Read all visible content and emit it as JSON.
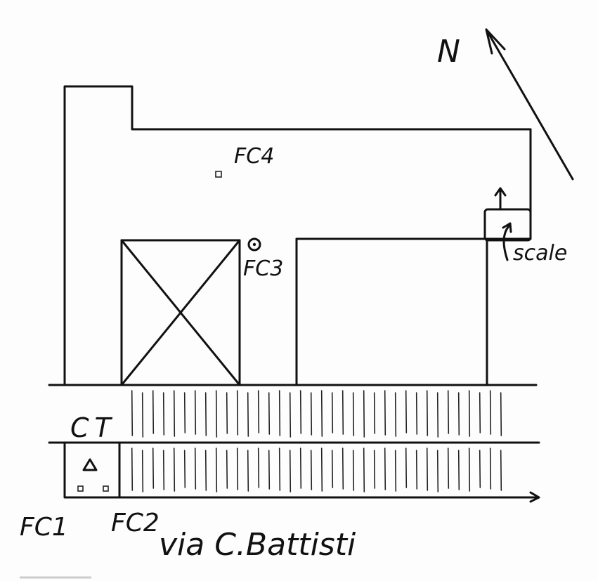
{
  "labels": {
    "north": "N",
    "fc1": "FC1",
    "fc2": "FC2",
    "fc3": "FC3",
    "fc4": "FC4",
    "scale": "scale",
    "ct": "CT",
    "street": "via C.Battisti"
  },
  "colors": {
    "ink": "#111111",
    "paper": "#fdfdfd"
  },
  "icons": {
    "north_arrow": "arrow-up-left-icon",
    "fc1_marker": "small-square-icon",
    "fc2_marker": "small-square-icon",
    "fc3_marker": "circle-dot-icon",
    "fc4_marker": "small-square-icon",
    "ct_marker": "triangle-icon",
    "scale_arrow": "arrow-up-icon"
  }
}
